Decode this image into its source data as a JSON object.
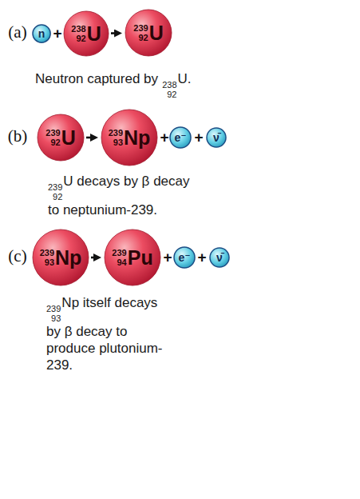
{
  "diagram": {
    "nodes": [
      {
        "text": [
          "n"
        ]
      },
      {
        "text": [
          "238",
          "92",
          "U"
        ]
      },
      {
        "text": [
          "239",
          "92",
          "U"
        ]
      },
      {
        "text": [
          "239",
          "92",
          "U"
        ]
      },
      {
        "text": [
          "239",
          "93",
          "Np"
        ]
      },
      {
        "text": [
          "e⁻"
        ]
      },
      {
        "text": [
          "ν̄"
        ]
      },
      {
        "text": [
          "239",
          "93",
          "Np"
        ]
      },
      {
        "text": [
          "239",
          "94",
          "Pu"
        ]
      },
      {
        "text": [
          "e⁻"
        ]
      },
      {
        "text": [
          "ν̄"
        ]
      }
    ],
    "edges": [
      {
        "from": 1,
        "to": 2,
        "arrow": "to"
      },
      {
        "from": 3,
        "to": 4,
        "arrow": "to"
      },
      {
        "from": 7,
        "to": 8,
        "arrow": "to"
      }
    ],
    "labels": [
      "(a)",
      "+",
      "Neutron captured by",
      "238",
      "92",
      "U.",
      "(b)",
      "+",
      "+",
      "239",
      "92",
      "U decays by β decay to neptunium-239.",
      "(c)",
      "+",
      "+",
      "239",
      "93",
      "Np itself decays by β decay to produce plutonium-239."
    ]
  }
}
